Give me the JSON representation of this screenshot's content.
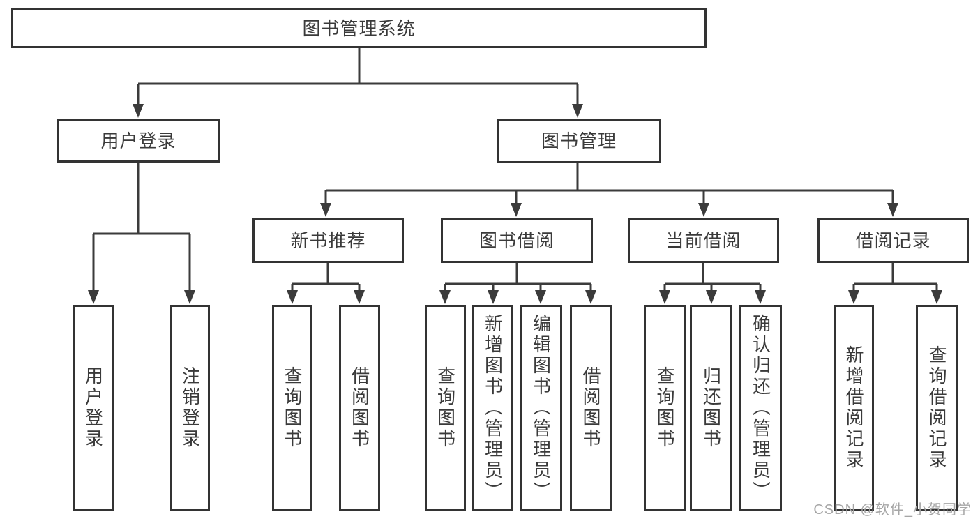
{
  "tree": {
    "label": "图书管理系统",
    "children": [
      {
        "label": "用户登录",
        "children": [
          {
            "label": "用户登录"
          },
          {
            "label": "注销登录"
          }
        ]
      },
      {
        "label": "图书管理",
        "children": [
          {
            "label": "新书推荐",
            "children": [
              {
                "label": "查询图书"
              },
              {
                "label": "借阅图书"
              }
            ]
          },
          {
            "label": "图书借阅",
            "children": [
              {
                "label": "查询图书"
              },
              {
                "label": "新增图书（管理员）"
              },
              {
                "label": "编辑图书（管理员）"
              },
              {
                "label": "借阅图书"
              }
            ]
          },
          {
            "label": "当前借阅",
            "children": [
              {
                "label": "查询图书"
              },
              {
                "label": "归还图书"
              },
              {
                "label": "确认归还（管理员）"
              }
            ]
          },
          {
            "label": "借阅记录",
            "children": [
              {
                "label": "新增借阅记录"
              },
              {
                "label": "查询借阅记录"
              }
            ]
          }
        ]
      }
    ]
  },
  "watermark": {
    "text": "CSDN @软件_小贺同学"
  },
  "colors": {
    "background": "#ffffff",
    "line": "#3b3b3b",
    "box_border": "#333333",
    "text": "#3a3a3a",
    "watermark": "#a6a6a6"
  }
}
